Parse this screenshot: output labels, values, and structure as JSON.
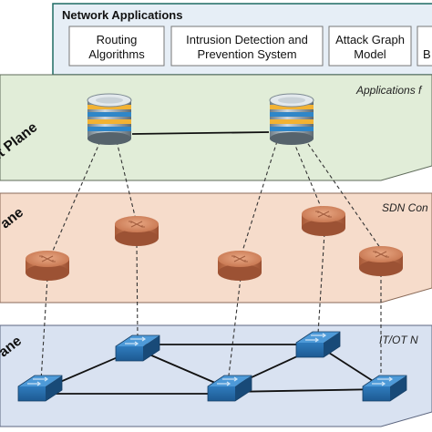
{
  "app_panel": {
    "title": "Network Applications",
    "boxes": [
      {
        "line1": "Routing",
        "line2": "Algorithms"
      },
      {
        "line1": "Intrusion Detection and",
        "line2": "Prevention System"
      },
      {
        "line1": "Attack Graph",
        "line2": "Model"
      },
      {
        "line1": "B",
        "line2": ""
      }
    ]
  },
  "layers": {
    "management": {
      "side_label": "nt Plane",
      "caption": "Applications f"
    },
    "control": {
      "side_label": "ane",
      "caption": "SDN Con"
    },
    "data": {
      "side_label": "ane",
      "caption": "IT/OT N"
    }
  },
  "colors": {
    "app_fill": "#e6eef6",
    "app_border": "#1e6b64",
    "mgmt_fill": "#e1edd8",
    "ctrl_fill": "#f6dccb",
    "data_fill": "#d9e2f1",
    "router": "#c97b55",
    "switch": "#2e78b8"
  },
  "icons": {
    "server": "database-server-icon",
    "router": "router-icon",
    "switch": "network-switch-icon"
  }
}
